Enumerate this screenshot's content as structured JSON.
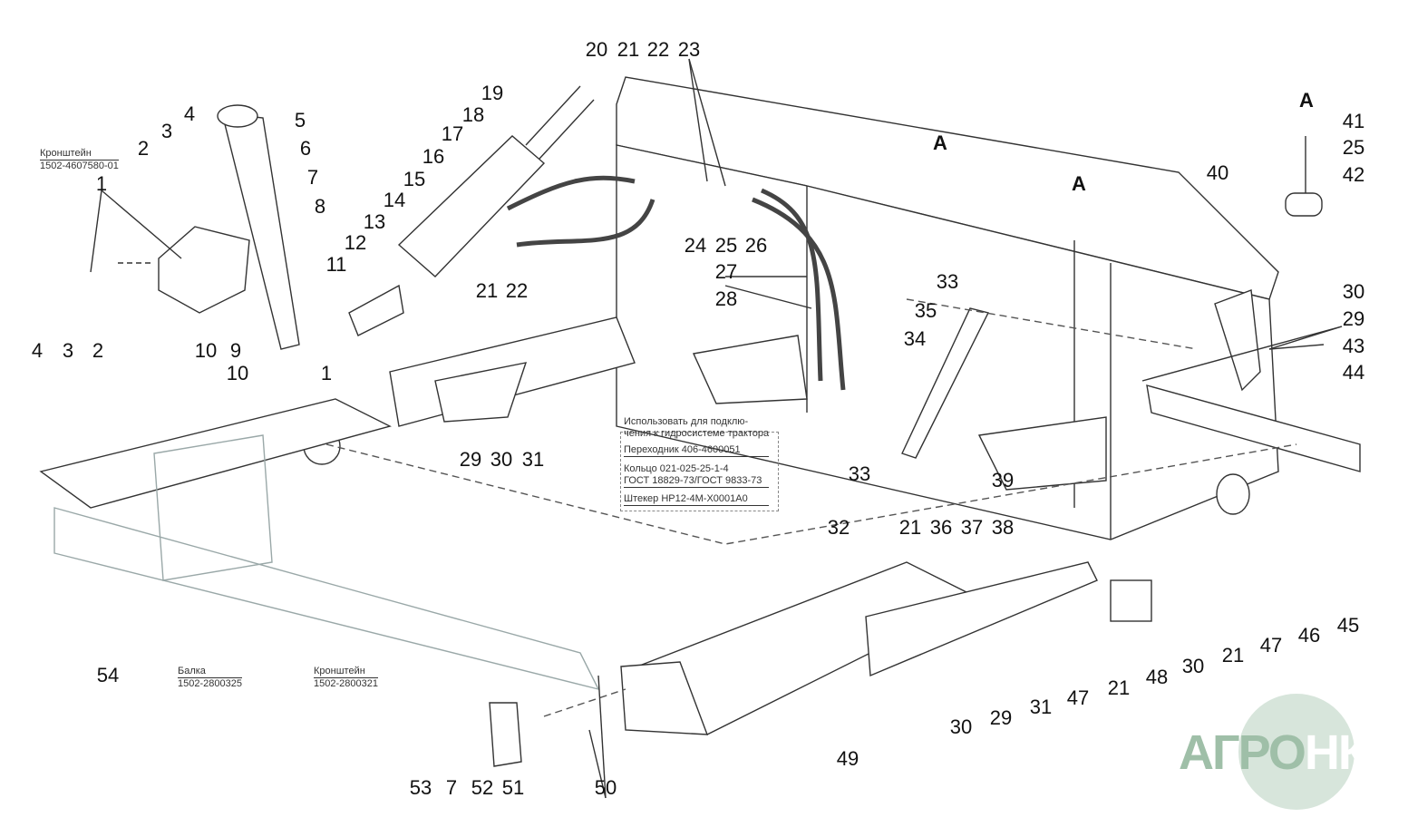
{
  "callouts": [
    "20",
    "21",
    "22",
    "23",
    "19",
    "18",
    "17",
    "16",
    "15",
    "14",
    "13",
    "12",
    "11",
    "5",
    "4",
    "3",
    "2",
    "6",
    "7",
    "8",
    "1",
    "4",
    "3",
    "2",
    "10",
    "9",
    "10",
    "1",
    "21",
    "22",
    "29",
    "30",
    "31",
    "24",
    "25",
    "26",
    "27",
    "28",
    "33",
    "35",
    "34",
    "40",
    "41",
    "25",
    "42",
    "A",
    "A",
    "A",
    "30",
    "29",
    "43",
    "44",
    "33",
    "21",
    "36",
    "37",
    "38",
    "39",
    "32",
    "30",
    "29",
    "31",
    "47",
    "21",
    "48",
    "30",
    "21",
    "47",
    "46",
    "45",
    "54",
    "49",
    "53",
    "7",
    "52",
    "51",
    "50"
  ],
  "notes": {
    "bracket1_name": "Кронштейн",
    "bracket1_code": "1502-4607580-01",
    "beam_name": "Балка",
    "beam_code": "1502-2800325",
    "bracket2_name": "Кронштейн",
    "bracket2_code": "1502-2800321",
    "hydraulic_line1": "Использовать для подклю-",
    "hydraulic_line2": "чения к гидросистеме трактора",
    "adapter": "Переходник 406-4600051",
    "ring": "Кольцо 021-025-25-1-4",
    "ring_std": "ГОСТ 18829-73/ГОСТ 9833-73",
    "plug": "Штекер НР12-4М-Х0001А0"
  },
  "logo": {
    "text_a": "АГРО",
    "text_b": "НКА"
  },
  "colors": {
    "line": "#333333",
    "faint": "#9aa8a8",
    "logo": "#9fbfa8"
  }
}
